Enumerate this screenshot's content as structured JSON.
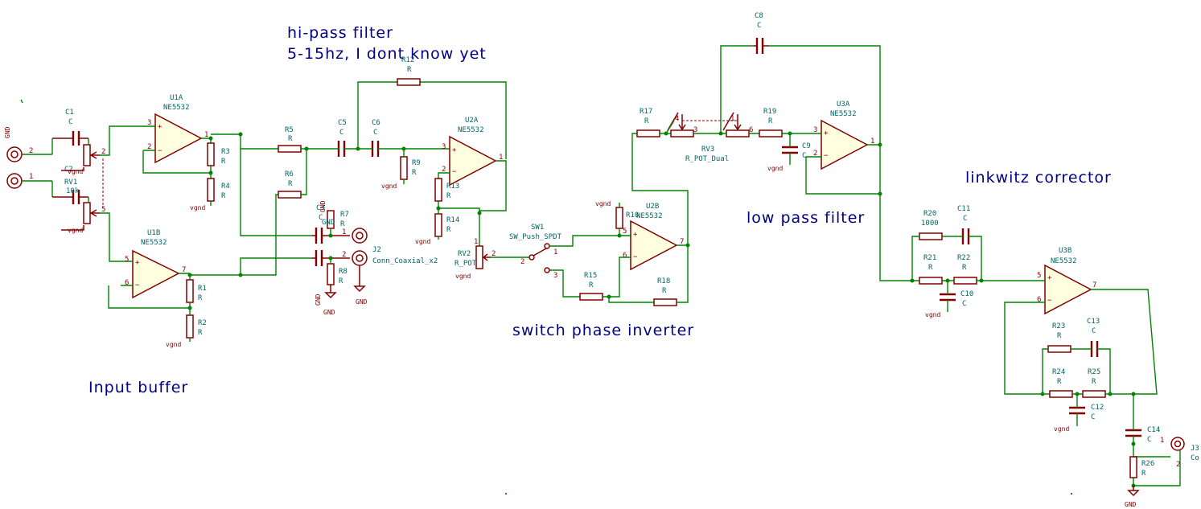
{
  "annotations": {
    "hipass_line1": "hi-pass filter",
    "hipass_line2": "5-15hz, I dont know yet",
    "input_buffer": "Input buffer",
    "switch_phase": "switch phase inverter",
    "low_pass": "low pass filter",
    "linkwitz": "linkwitz corrector"
  },
  "components": {
    "C1": {
      "ref": "C1",
      "value": "C"
    },
    "C2": {
      "ref": "C2",
      "value": "C"
    },
    "RV1": {
      "ref": "RV1",
      "value": "10k"
    },
    "U1A": {
      "ref": "U1A",
      "value": "NE5532"
    },
    "U1B": {
      "ref": "U1B",
      "value": "NE5532"
    },
    "R1": {
      "ref": "R1",
      "value": "R"
    },
    "R2": {
      "ref": "R2",
      "value": "R"
    },
    "R3": {
      "ref": "R3",
      "value": "R"
    },
    "R4": {
      "ref": "R4",
      "value": "R"
    },
    "R5": {
      "ref": "R5",
      "value": "R"
    },
    "R6": {
      "ref": "R6",
      "value": "R"
    },
    "C3": {
      "ref": "C3",
      "value": "C"
    },
    "C4": {
      "ref": "C4",
      "value": "C"
    },
    "R7": {
      "ref": "R7",
      "value": "R"
    },
    "R8": {
      "ref": "R8",
      "value": "R"
    },
    "J2": {
      "ref": "J2",
      "value": "Conn_Coaxial_x2"
    },
    "C5": {
      "ref": "C5",
      "value": "C"
    },
    "C6": {
      "ref": "C6",
      "value": "C"
    },
    "R9": {
      "ref": "R9",
      "value": "R"
    },
    "R12": {
      "ref": "R12",
      "value": "R"
    },
    "U2A": {
      "ref": "U2A",
      "value": "NE5532"
    },
    "R13": {
      "ref": "R13",
      "value": "R"
    },
    "R14": {
      "ref": "R14",
      "value": "R"
    },
    "RV2": {
      "ref": "RV2",
      "value": "R_POT"
    },
    "SW1": {
      "ref": "SW1",
      "value": "SW_Push_SPDT"
    },
    "U2B": {
      "ref": "U2B",
      "value": "NE5532"
    },
    "R10": {
      "ref": "R10",
      "value": "R"
    },
    "R15": {
      "ref": "R15",
      "value": "R"
    },
    "R18": {
      "ref": "R18",
      "value": "R"
    },
    "R17": {
      "ref": "R17",
      "value": "R"
    },
    "RV3": {
      "ref": "RV3",
      "value": "R_POT_Dual"
    },
    "R19": {
      "ref": "R19",
      "value": "R"
    },
    "C8": {
      "ref": "C8",
      "value": "C"
    },
    "C9": {
      "ref": "C9",
      "value": "C"
    },
    "U3A": {
      "ref": "U3A",
      "value": "NE5532"
    },
    "R20": {
      "ref": "R20",
      "value": "1000"
    },
    "C11": {
      "ref": "C11",
      "value": "C"
    },
    "R21": {
      "ref": "R21",
      "value": "R"
    },
    "R22": {
      "ref": "R22",
      "value": "R"
    },
    "C10": {
      "ref": "C10",
      "value": "C"
    },
    "U3B": {
      "ref": "U3B",
      "value": "NE5532"
    },
    "R23": {
      "ref": "R23",
      "value": "R"
    },
    "C13": {
      "ref": "C13",
      "value": "C"
    },
    "R24": {
      "ref": "R24",
      "value": "R"
    },
    "R25": {
      "ref": "R25",
      "value": "R"
    },
    "C12": {
      "ref": "C12",
      "value": "C"
    },
    "C14": {
      "ref": "C14",
      "value": "C"
    },
    "R26": {
      "ref": "R26",
      "value": "R"
    },
    "J3": {
      "ref": "J3",
      "value": "Co"
    }
  },
  "labels": {
    "vgnd": "vgnd",
    "gnd": "GND"
  },
  "colors": {
    "wire": "#008400",
    "component": "#840000",
    "reference_text": "#006464",
    "annotation_text": "#000084",
    "background": "#ffffff"
  }
}
